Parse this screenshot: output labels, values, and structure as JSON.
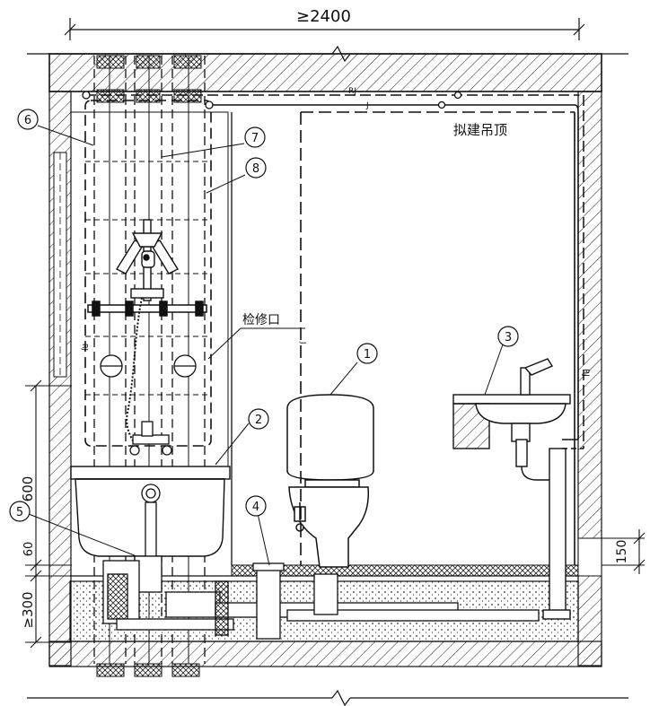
{
  "dimensions": {
    "top_width": "≥2400",
    "right_offset": "150",
    "left_upper": "600",
    "left_mid": "60",
    "left_lower": "≥300"
  },
  "annotations": {
    "ceiling": "拟建吊顶",
    "access_port": "检修口",
    "pipe_rj_top": "RJ",
    "pipe_j_top": "J",
    "pipe_rj_right": "RJ",
    "pipe_rj_left": "RJ",
    "pipe_j_center": "J"
  },
  "callouts": [
    {
      "id": "c1",
      "text": "1"
    },
    {
      "id": "c2",
      "text": "2"
    },
    {
      "id": "c3",
      "text": "3"
    },
    {
      "id": "c4",
      "text": "4"
    },
    {
      "id": "c5",
      "text": "5"
    },
    {
      "id": "c6",
      "text": "6"
    },
    {
      "id": "c7",
      "text": "7"
    },
    {
      "id": "c8",
      "text": "8"
    }
  ],
  "colors": {
    "line": "#111111",
    "background": "#ffffff"
  }
}
